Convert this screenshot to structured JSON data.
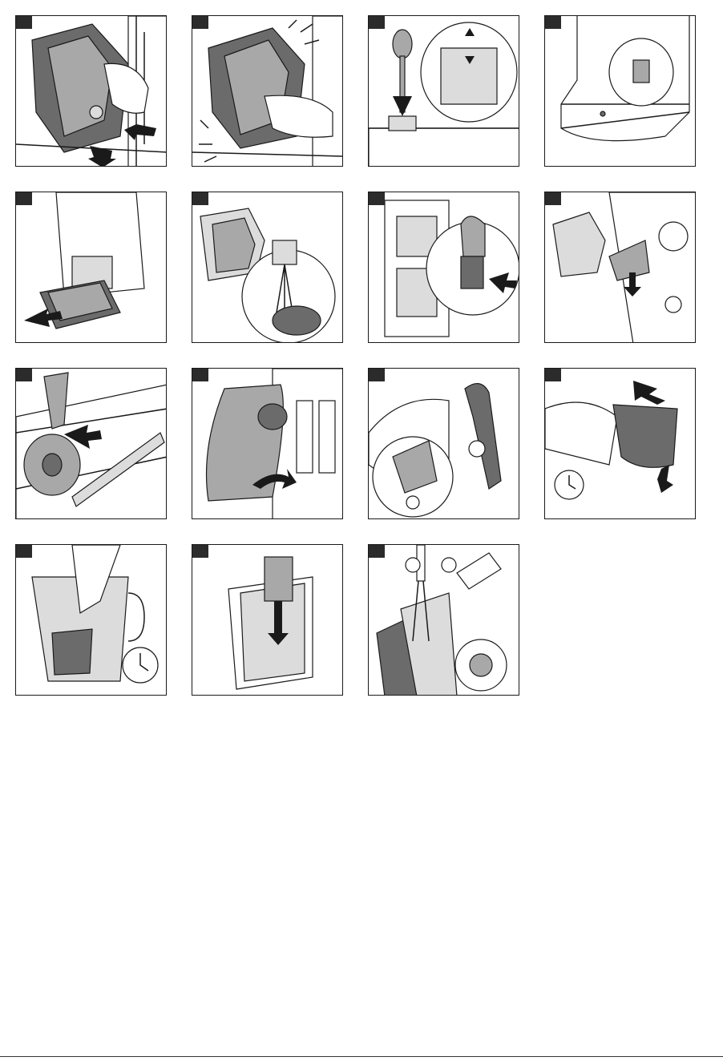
{
  "panels": [
    {
      "id": 1,
      "badge": "",
      "icon": "brew-group-insert-icon"
    },
    {
      "id": 2,
      "badge": "",
      "icon": "brew-group-click-icon"
    },
    {
      "id": 3,
      "badge": "",
      "icon": "spoon-clean-icon"
    },
    {
      "id": 4,
      "badge": "",
      "icon": "drip-tray-indicator-icon"
    },
    {
      "id": 5,
      "badge": "",
      "icon": "drip-tray-remove-icon"
    },
    {
      "id": 6,
      "badge": "",
      "icon": "rinse-brew-group-icon"
    },
    {
      "id": 7,
      "badge": "",
      "icon": "lubricate-inside-icon"
    },
    {
      "id": 8,
      "badge": "",
      "icon": "lubricate-rail-icon"
    },
    {
      "id": 9,
      "badge": "",
      "icon": "grease-tube-icon"
    },
    {
      "id": 10,
      "badge": "",
      "icon": "water-tank-remove-icon"
    },
    {
      "id": 11,
      "badge": "",
      "icon": "milk-tube-clean-icon"
    },
    {
      "id": 12,
      "badge": "",
      "icon": "filter-shake-icon"
    },
    {
      "id": 13,
      "badge": "",
      "icon": "filter-soak-icon"
    },
    {
      "id": 14,
      "badge": "",
      "icon": "filter-insert-icon"
    },
    {
      "id": 15,
      "badge": "",
      "icon": "tank-rinse-icon"
    }
  ]
}
